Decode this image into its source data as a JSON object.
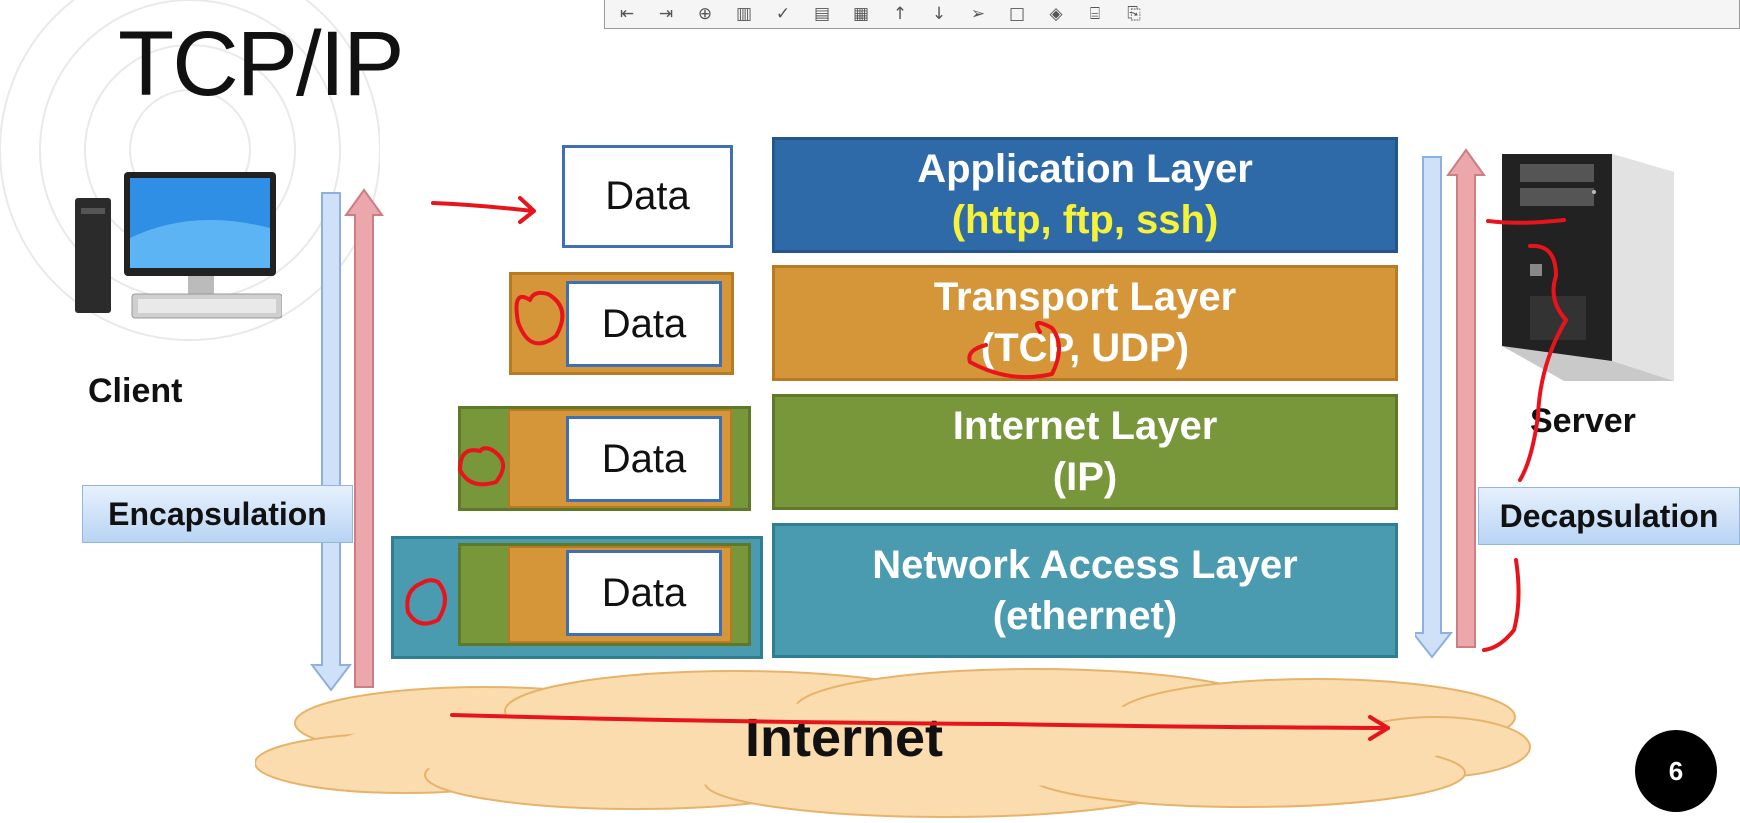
{
  "toolbar": {
    "icons": [
      "outdent-icon",
      "indent-icon",
      "zoom-icon",
      "trash-icon",
      "check-icon",
      "note-icon",
      "calendar-icon",
      "arrow-up-icon",
      "arrow-down-icon",
      "send-icon",
      "square-icon",
      "fill-icon",
      "bookmark-icon",
      "export-icon"
    ]
  },
  "slide": {
    "title": "TCP/IP",
    "client_label": "Client",
    "server_label": "Server",
    "encapsulation_label": "Encapsulation",
    "decapsulation_label": "Decapsulation",
    "internet_label": "Internet",
    "page_number": "6",
    "data_label": "Data",
    "layers": [
      {
        "name": "Application Layer",
        "protocols": "(http, ftp, ssh)",
        "color": "#2f6aa8"
      },
      {
        "name": "Transport Layer",
        "protocols": "(TCP, UDP)",
        "color": "#d5963a"
      },
      {
        "name": "Internet Layer",
        "protocols": "(IP)",
        "color": "#78963a"
      },
      {
        "name": "Network Access Layer",
        "protocols": "(ethernet)",
        "color": "#4a9baf"
      }
    ]
  },
  "colors": {
    "annotation": "#e8141c",
    "application": "#2f6aa8",
    "transport": "#d5963a",
    "internet": "#78963a",
    "network_access": "#4a9baf",
    "cloud": "#fbdcae"
  }
}
